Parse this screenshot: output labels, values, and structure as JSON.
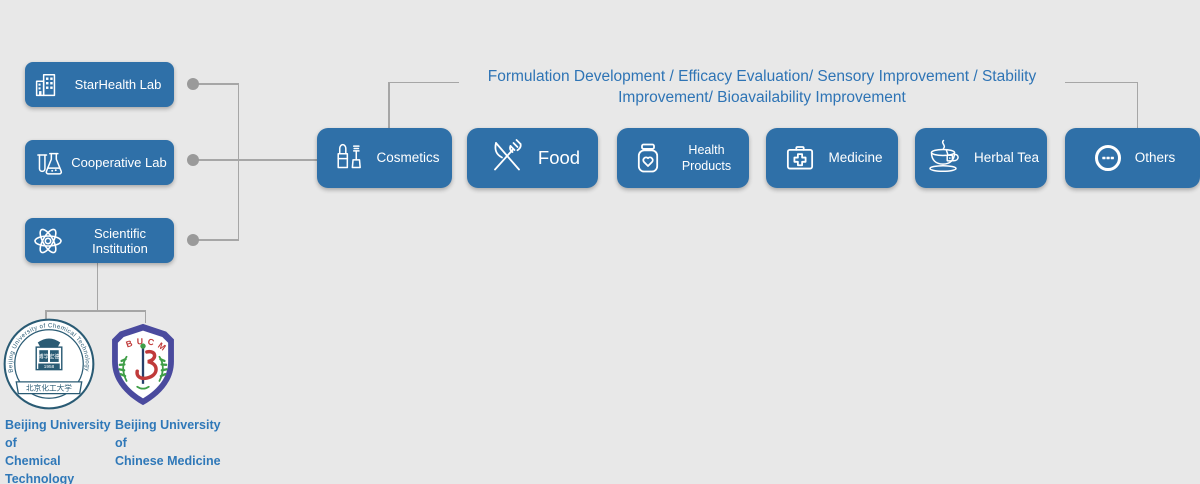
{
  "colors": {
    "background": "#e8e8e8",
    "node_blue": "#2f70a8",
    "connector_gray": "#a6a6a6",
    "annotation_blue": "#2e74b5",
    "university_label_blue": "#2f78b8",
    "buct_seal_teal": "#2a5b74",
    "bucm_purple": "#4a4a9e",
    "bucm_red": "#c03a3a",
    "bucm_green": "#3f9e47"
  },
  "labs": [
    {
      "label": "StarHealth Lab",
      "icon": "building-icon"
    },
    {
      "label": "Cooperative Lab",
      "icon": "flask-icon"
    },
    {
      "label": "Scientific Institution",
      "icon": "atom-icon"
    }
  ],
  "flow": {
    "annotation": "Formulation Development / Efficacy Evaluation/ Sensory Improvement / Stability Improvement/ Bioavailability Improvement"
  },
  "products": [
    {
      "label": "Cosmetics",
      "icon": "cosmetics-icon"
    },
    {
      "label": "Food",
      "icon": "food-icon"
    },
    {
      "label": "Health Products",
      "icon": "health-products-icon"
    },
    {
      "label": "Medicine",
      "icon": "medicine-icon"
    },
    {
      "label": "Herbal Tea",
      "icon": "herbal-tea-icon"
    },
    {
      "label": "Others",
      "icon": "others-icon"
    }
  ],
  "universities": {
    "buct": {
      "label_line1": "Beijing University of",
      "label_line2": "Chemical Technology",
      "seal_arc_text": "Beijing University of Chemical Technology",
      "seal_motto_left": "博学",
      "seal_motto_right": "宏德",
      "seal_year": "1958",
      "seal_banner": "北京化工大学"
    },
    "bucm": {
      "label_line1": "Beijing University of",
      "label_line2": "Chinese Medicine",
      "shield_acronym": "BUCM"
    }
  }
}
